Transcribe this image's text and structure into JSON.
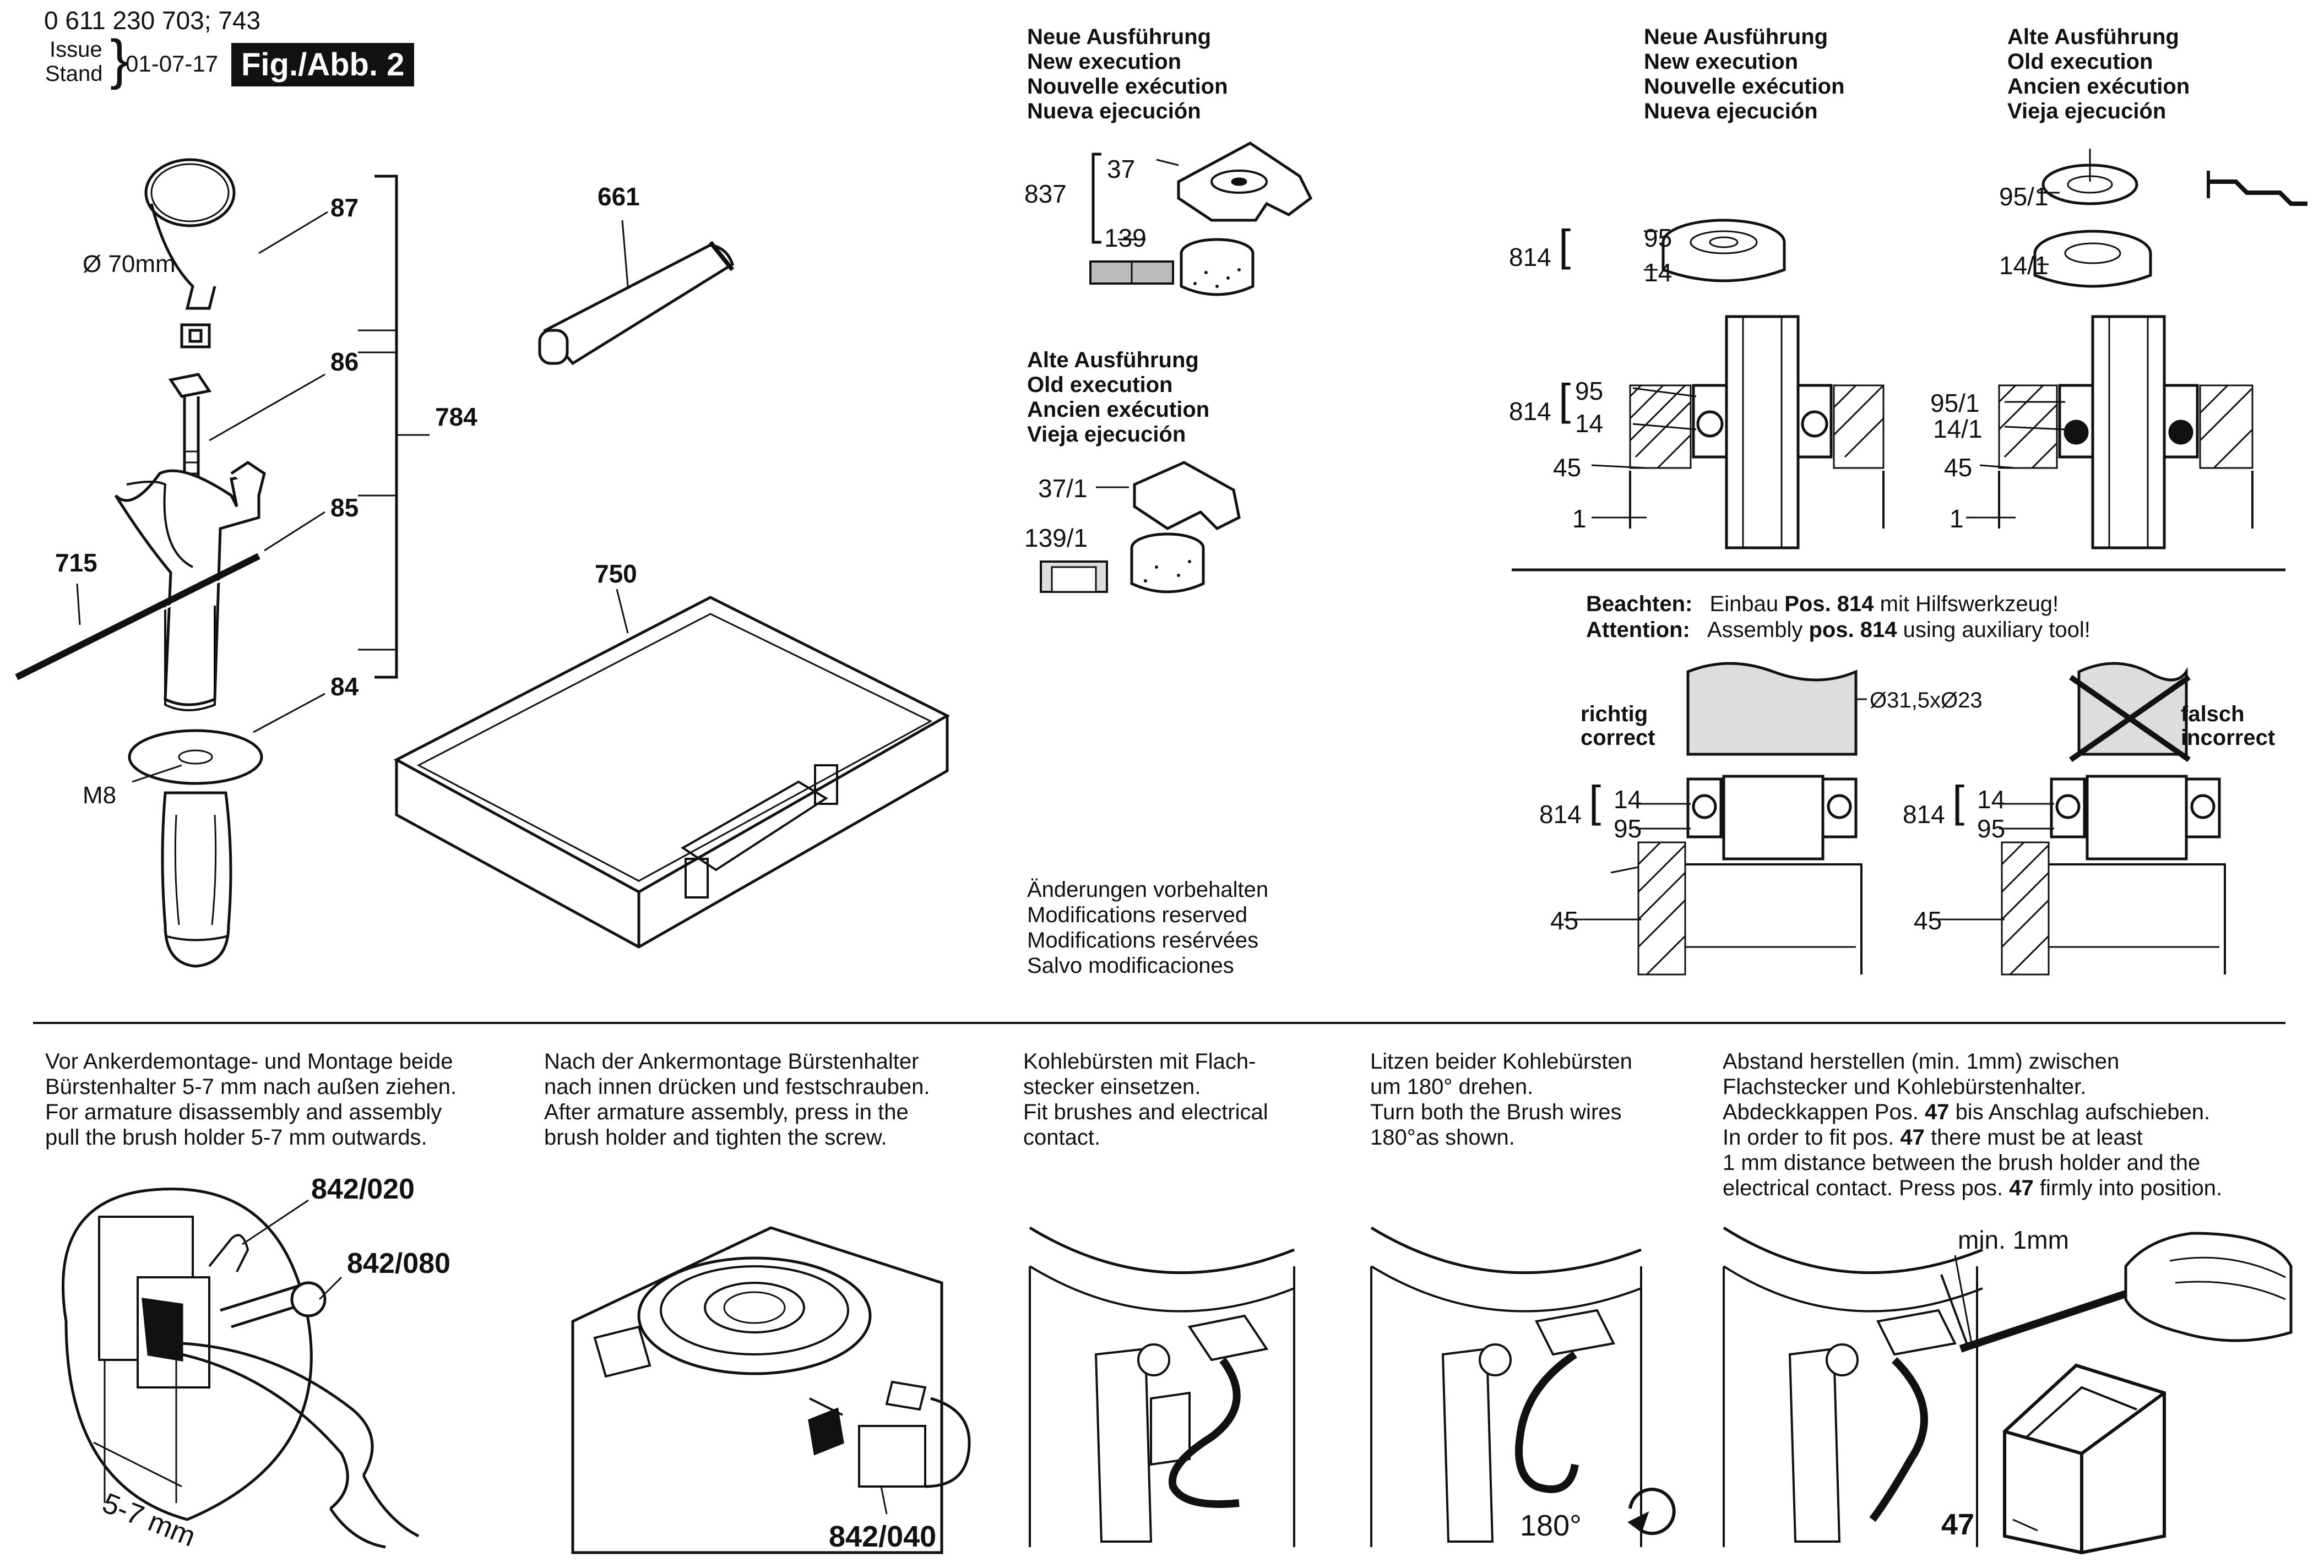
{
  "header": {
    "doc_number": "0 611 230 703; 743",
    "issue_label": "Issue",
    "stand_label": "Stand",
    "date": "01-07-17",
    "figure": "Fig./Abb. 2"
  },
  "left_parts": {
    "p87": "87",
    "p86": "86",
    "p85": "85",
    "p84": "84",
    "p784": "784",
    "p715": "715",
    "diameter": "Ø 70mm",
    "m8": "M8",
    "p661": "661",
    "p750": "750"
  },
  "new_exec_1": [
    "Neue Ausführung",
    "New execution",
    "Nouvelle exécution",
    "Nueva ejecución"
  ],
  "new_exec_2": [
    "Neue Ausführung",
    "New execution",
    "Nouvelle exécution",
    "Nueva ejecución"
  ],
  "old_exec_1": [
    "Alte Ausführung",
    "Old execution",
    "Ancien exécution",
    "Vieja ejecución"
  ],
  "old_exec_2": [
    "Alte Ausführung",
    "Old execution",
    "Ancien exécution",
    "Vieja ejecución"
  ],
  "middle_parts": {
    "p837": "837",
    "p37": "37",
    "p139": "139",
    "p37_1": "37/1",
    "p139_1": "139/1"
  },
  "bearing_parts": {
    "p814": "814",
    "p95": "95",
    "p14": "14",
    "p45": "45",
    "p1": "1",
    "p95_1": "95/1",
    "p14_1": "14/1"
  },
  "modifications": [
    "Änderungen vorbehalten",
    "Modifications reserved",
    "Modifications resérvées",
    "Salvo modificaciones"
  ],
  "notice": {
    "beachten_label": "Beachten:",
    "beachten_pre": "Einbau",
    "beachten_bold": "Pos. 814",
    "beachten_post": "mit Hilfswerkzeug!",
    "attention_label": "Attention:",
    "attention_pre": "Assembly",
    "attention_bold": "pos. 814",
    "attention_post": "using auxiliary tool!",
    "richtig": "richtig",
    "correct": "correct",
    "falsch": "falsch",
    "incorrect": "incorrect",
    "diameter_tool": "Ø31,5xØ23"
  },
  "steps": {
    "s1": [
      "Vor Ankerdemontage- und Montage beide",
      "Bürstenhalter 5-7 mm nach außen ziehen.",
      "For armature disassembly and assembly",
      "pull the brush holder 5-7 mm outwards."
    ],
    "s2": [
      "Nach der Ankermontage Bürstenhalter",
      "nach innen drücken und festschrauben.",
      "After armature assembly, press in the",
      "brush holder and tighten the screw."
    ],
    "s3": [
      "Kohlebürsten mit Flach-",
      "stecker einsetzen.",
      "Fit brushes and electrical",
      "contact."
    ],
    "s4": [
      "Litzen beider Kohlebürsten",
      "um 180° drehen.",
      "Turn both the Brush wires",
      "180°as shown."
    ],
    "s5": {
      "l1": "Abstand herstellen (min. 1mm) zwischen",
      "l2": "Flachstecker und Kohlebürstenhalter.",
      "l3_pre": "Abdeckkappen Pos.",
      "l3_bold": "47",
      "l3_post": "bis Anschlag aufschieben.",
      "l4_pre": "In order to fit pos.",
      "l4_bold": "47",
      "l4_post": "there must be at least",
      "l5": "1 mm distance between the brush holder and the",
      "l6_pre": "electrical contact. Press pos.",
      "l6_bold": "47",
      "l6_post": "firmly into position."
    }
  },
  "step_parts": {
    "p842_020": "842/020",
    "p842_080": "842/080",
    "dim_5_7": "5-7 mm",
    "p842_040": "842/040",
    "deg180": "180°",
    "min1mm": "min. 1mm",
    "p47": "47"
  }
}
